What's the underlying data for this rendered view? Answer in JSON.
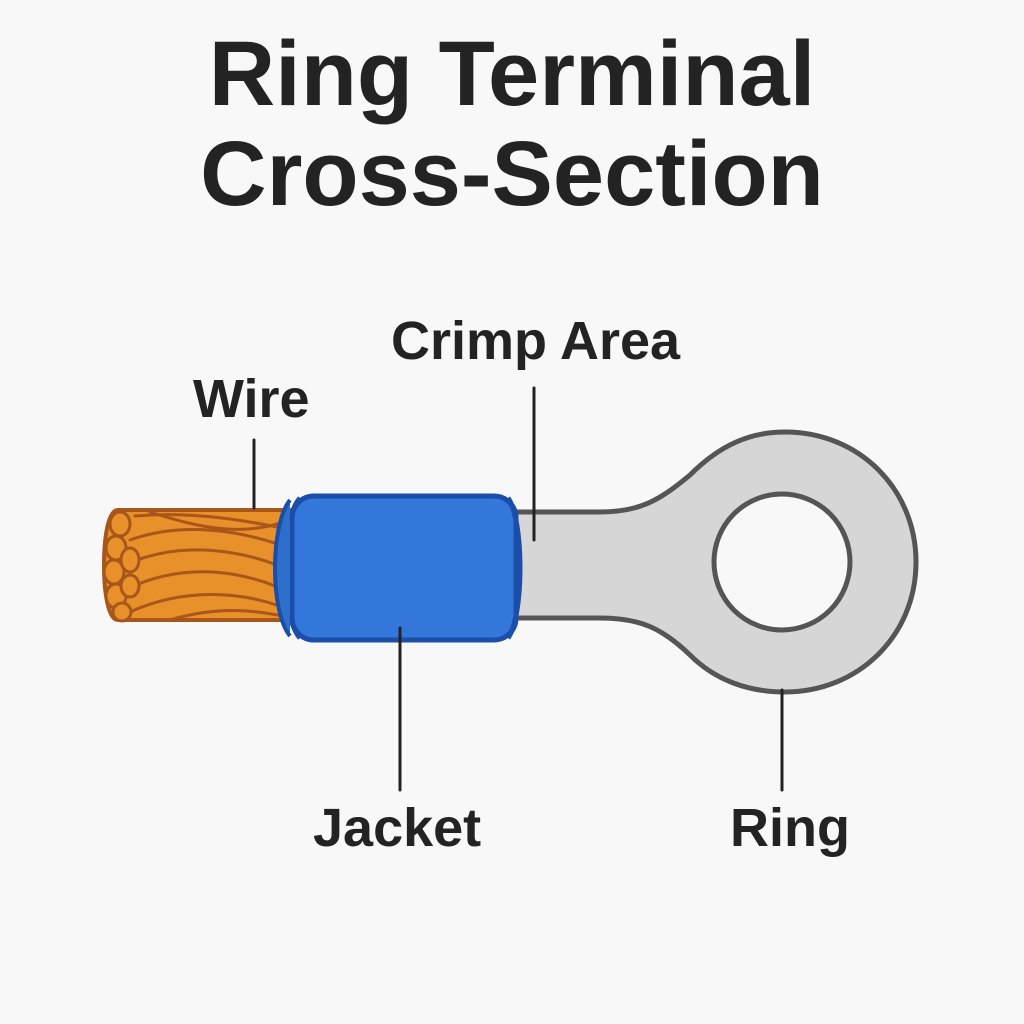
{
  "diagram": {
    "title_line_1": "Ring Terminal",
    "title_line_2": "Cross-Section",
    "labels": {
      "wire": "Wire",
      "crimp_area": "Crimp Area",
      "jacket": "Jacket",
      "ring": "Ring"
    },
    "colors": {
      "background": "#f8f8f8",
      "text": "#232323",
      "copper": "#e8902a",
      "copper_stroke": "#a8561a",
      "jacket": "#3277d9",
      "jacket_stroke": "#1b4ea8",
      "terminal": "#d6d6d6",
      "terminal_stroke": "#555555",
      "leader": "#222222"
    }
  }
}
